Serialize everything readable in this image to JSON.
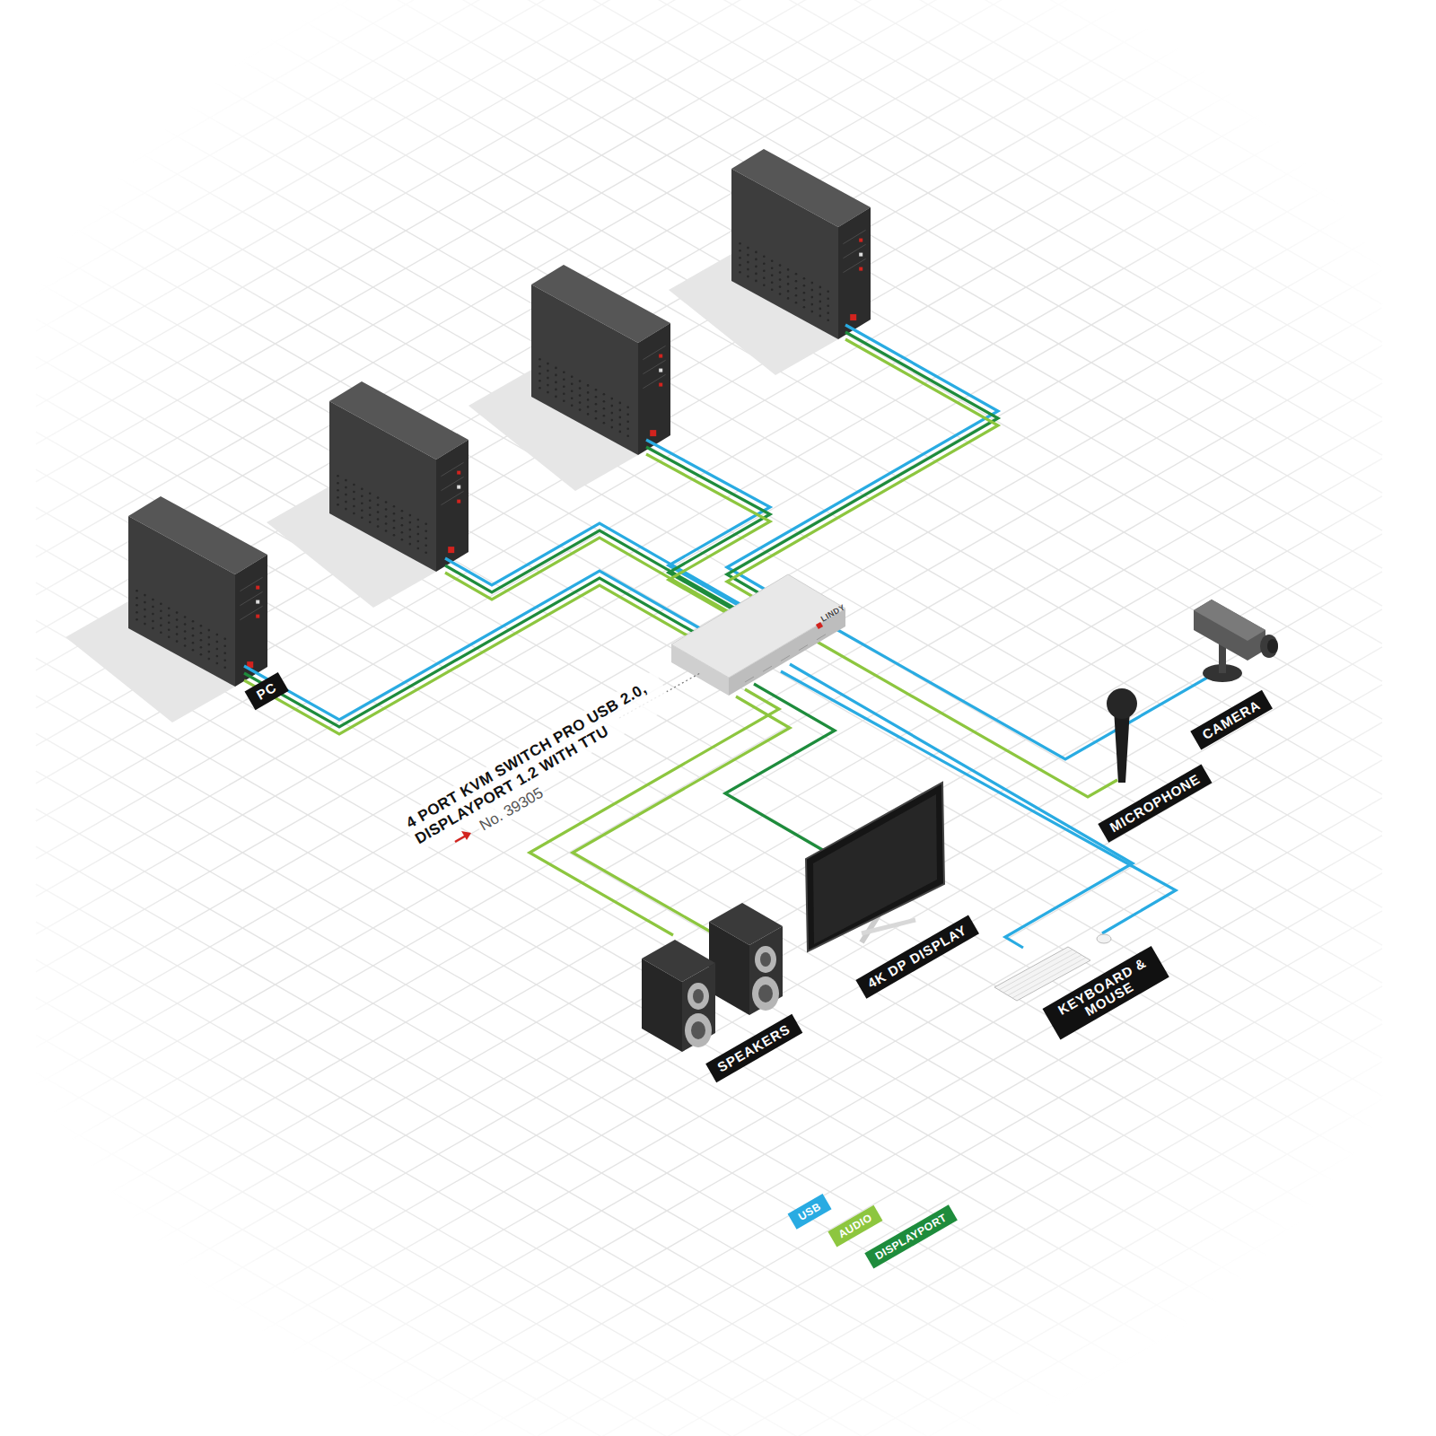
{
  "diagram": {
    "labels": [
      "PC",
      "4 PORT KVM SWITCH PRO USB 2.0, DISPLAYPORT 1.2 WITH TTU",
      "No. 39305",
      "LINDY",
      "CAMERA",
      "MICROPHONE",
      "KEYBOARD & MOUSE",
      "4K DP DISPLAY",
      "SPEAKERS"
    ],
    "legend": [
      {
        "text": "USB",
        "color": "#29abe2"
      },
      {
        "text": "AUDIO",
        "color": "#8dc63f"
      },
      {
        "text": "DISPLAYPORT",
        "color": "#1e8c3c"
      }
    ]
  }
}
